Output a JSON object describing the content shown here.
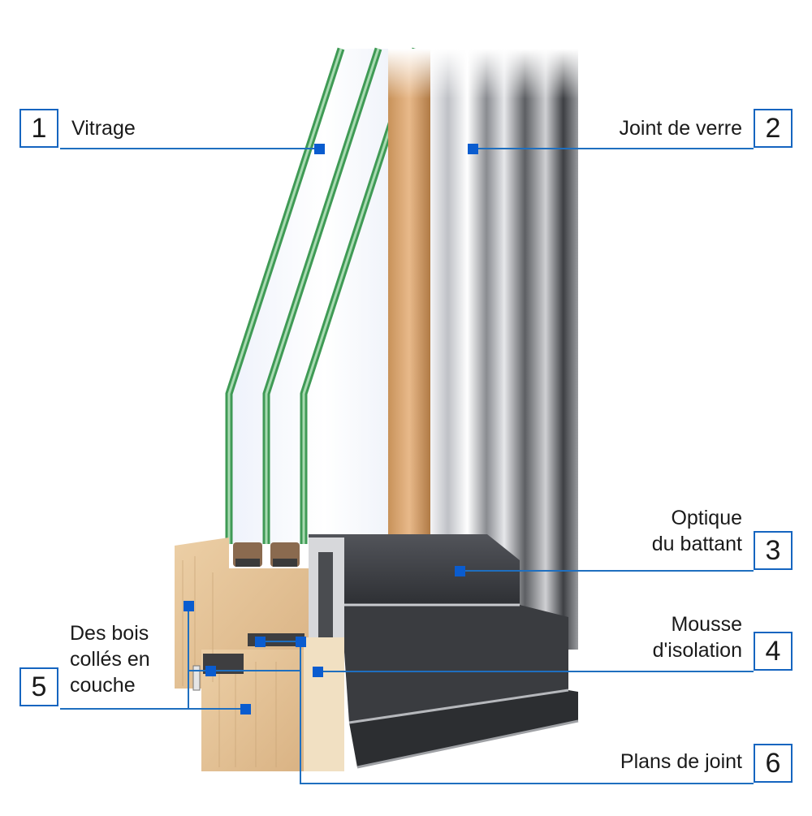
{
  "callouts": [
    {
      "number": "1",
      "label_lines": [
        "Vitrage"
      ]
    },
    {
      "number": "2",
      "label_lines": [
        "Joint de verre"
      ]
    },
    {
      "number": "3",
      "label_lines": [
        "Optique",
        "du battant"
      ]
    },
    {
      "number": "4",
      "label_lines": [
        "Mousse",
        "d'isolation"
      ]
    },
    {
      "number": "5",
      "label_lines": [
        "Des bois",
        "collés en",
        "couche"
      ]
    },
    {
      "number": "6",
      "label_lines": [
        "Plans de joint"
      ]
    }
  ],
  "colors": {
    "accent": "#1565c0",
    "marker": "#0a5ccf",
    "glass_edge": "#3f9a55",
    "wood": "#e2c196",
    "aluminium": "#3c3e41"
  }
}
